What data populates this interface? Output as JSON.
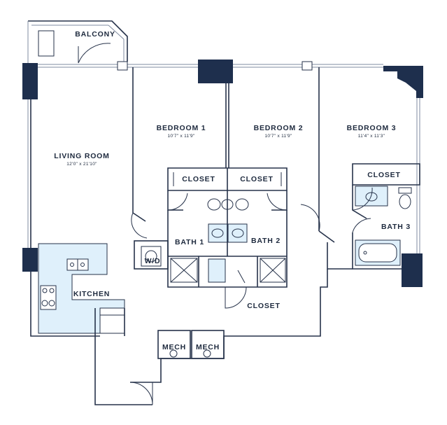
{
  "colors": {
    "wall": "#26324a",
    "column": "#1e2f4d",
    "fixture_fill": "#dff0fb",
    "text": "#1e2a3e",
    "glass": "#7f8ba0"
  },
  "rooms": {
    "balcony": {
      "name": "BALCONY"
    },
    "living_room": {
      "name": "LIVING ROOM",
      "dims": "12'0\" x 21'10\""
    },
    "bedroom1": {
      "name": "BEDROOM 1",
      "dims": "10'7\" x 11'9\""
    },
    "bedroom2": {
      "name": "BEDROOM 2",
      "dims": "10'7\" x 11'9\""
    },
    "bedroom3": {
      "name": "BEDROOM 3",
      "dims": "11'4\" x 11'3\""
    },
    "closet1": {
      "name": "CLOSET"
    },
    "closet2": {
      "name": "CLOSET"
    },
    "closet3": {
      "name": "CLOSET"
    },
    "closet_hall": {
      "name": "CLOSET"
    },
    "bath1": {
      "name": "BATH 1"
    },
    "bath2": {
      "name": "BATH 2"
    },
    "bath3": {
      "name": "BATH 3"
    },
    "wd": {
      "name": "W/D"
    },
    "kitchen": {
      "name": "KITCHEN"
    },
    "mech1": {
      "name": "MECH"
    },
    "mech2": {
      "name": "MECH"
    }
  }
}
